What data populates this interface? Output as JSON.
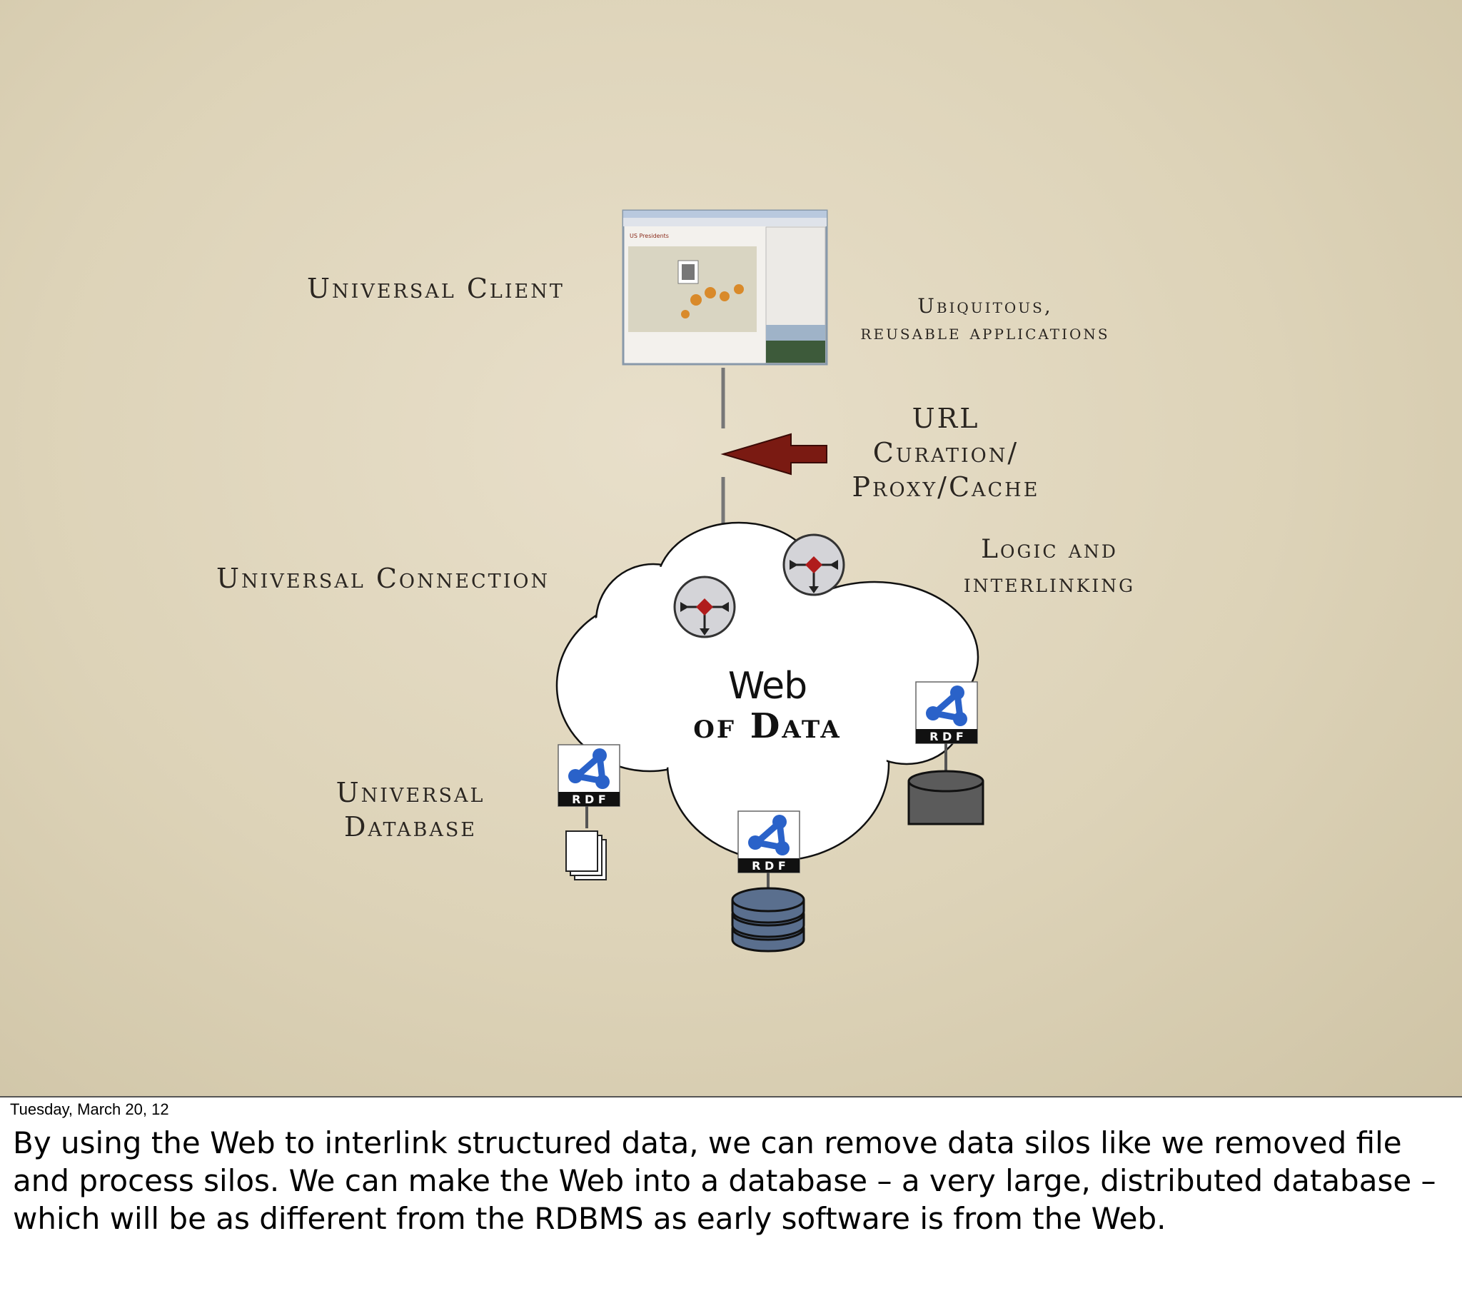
{
  "slide": {
    "labels": {
      "universal_client": "Universal Client",
      "ubiquitous_line1": "Ubiquitous,",
      "ubiquitous_line2": "reusable applications",
      "url": "URL",
      "curation_line1": "Curation/",
      "curation_line2": "Proxy/Cache",
      "logic_line1": "Logic and",
      "logic_line2": "interlinking",
      "universal_connection": "Universal Connection",
      "universal_db_line1": "Universal",
      "universal_db_line2": "Database",
      "cloud_title_line1": "Web",
      "cloud_title_line2": "of Data"
    },
    "browser_page_title": "US Presidents",
    "rdf_badge_text": "R D F",
    "colors": {
      "arrow": "#7a1a12",
      "router_diamond": "#b01c1c",
      "rdf_blue": "#2a62c9",
      "database_dark": "#5b5b5b",
      "database_blue": "#5a6f8e"
    }
  },
  "footer": {
    "date": "Tuesday, March 20, 12",
    "notes": "By using the Web to interlink structured data, we can remove data silos like we removed file and process silos.  We can make the Web into a database – a very large, distributed database – which will be as different from the RDBMS as early software is from the Web."
  }
}
